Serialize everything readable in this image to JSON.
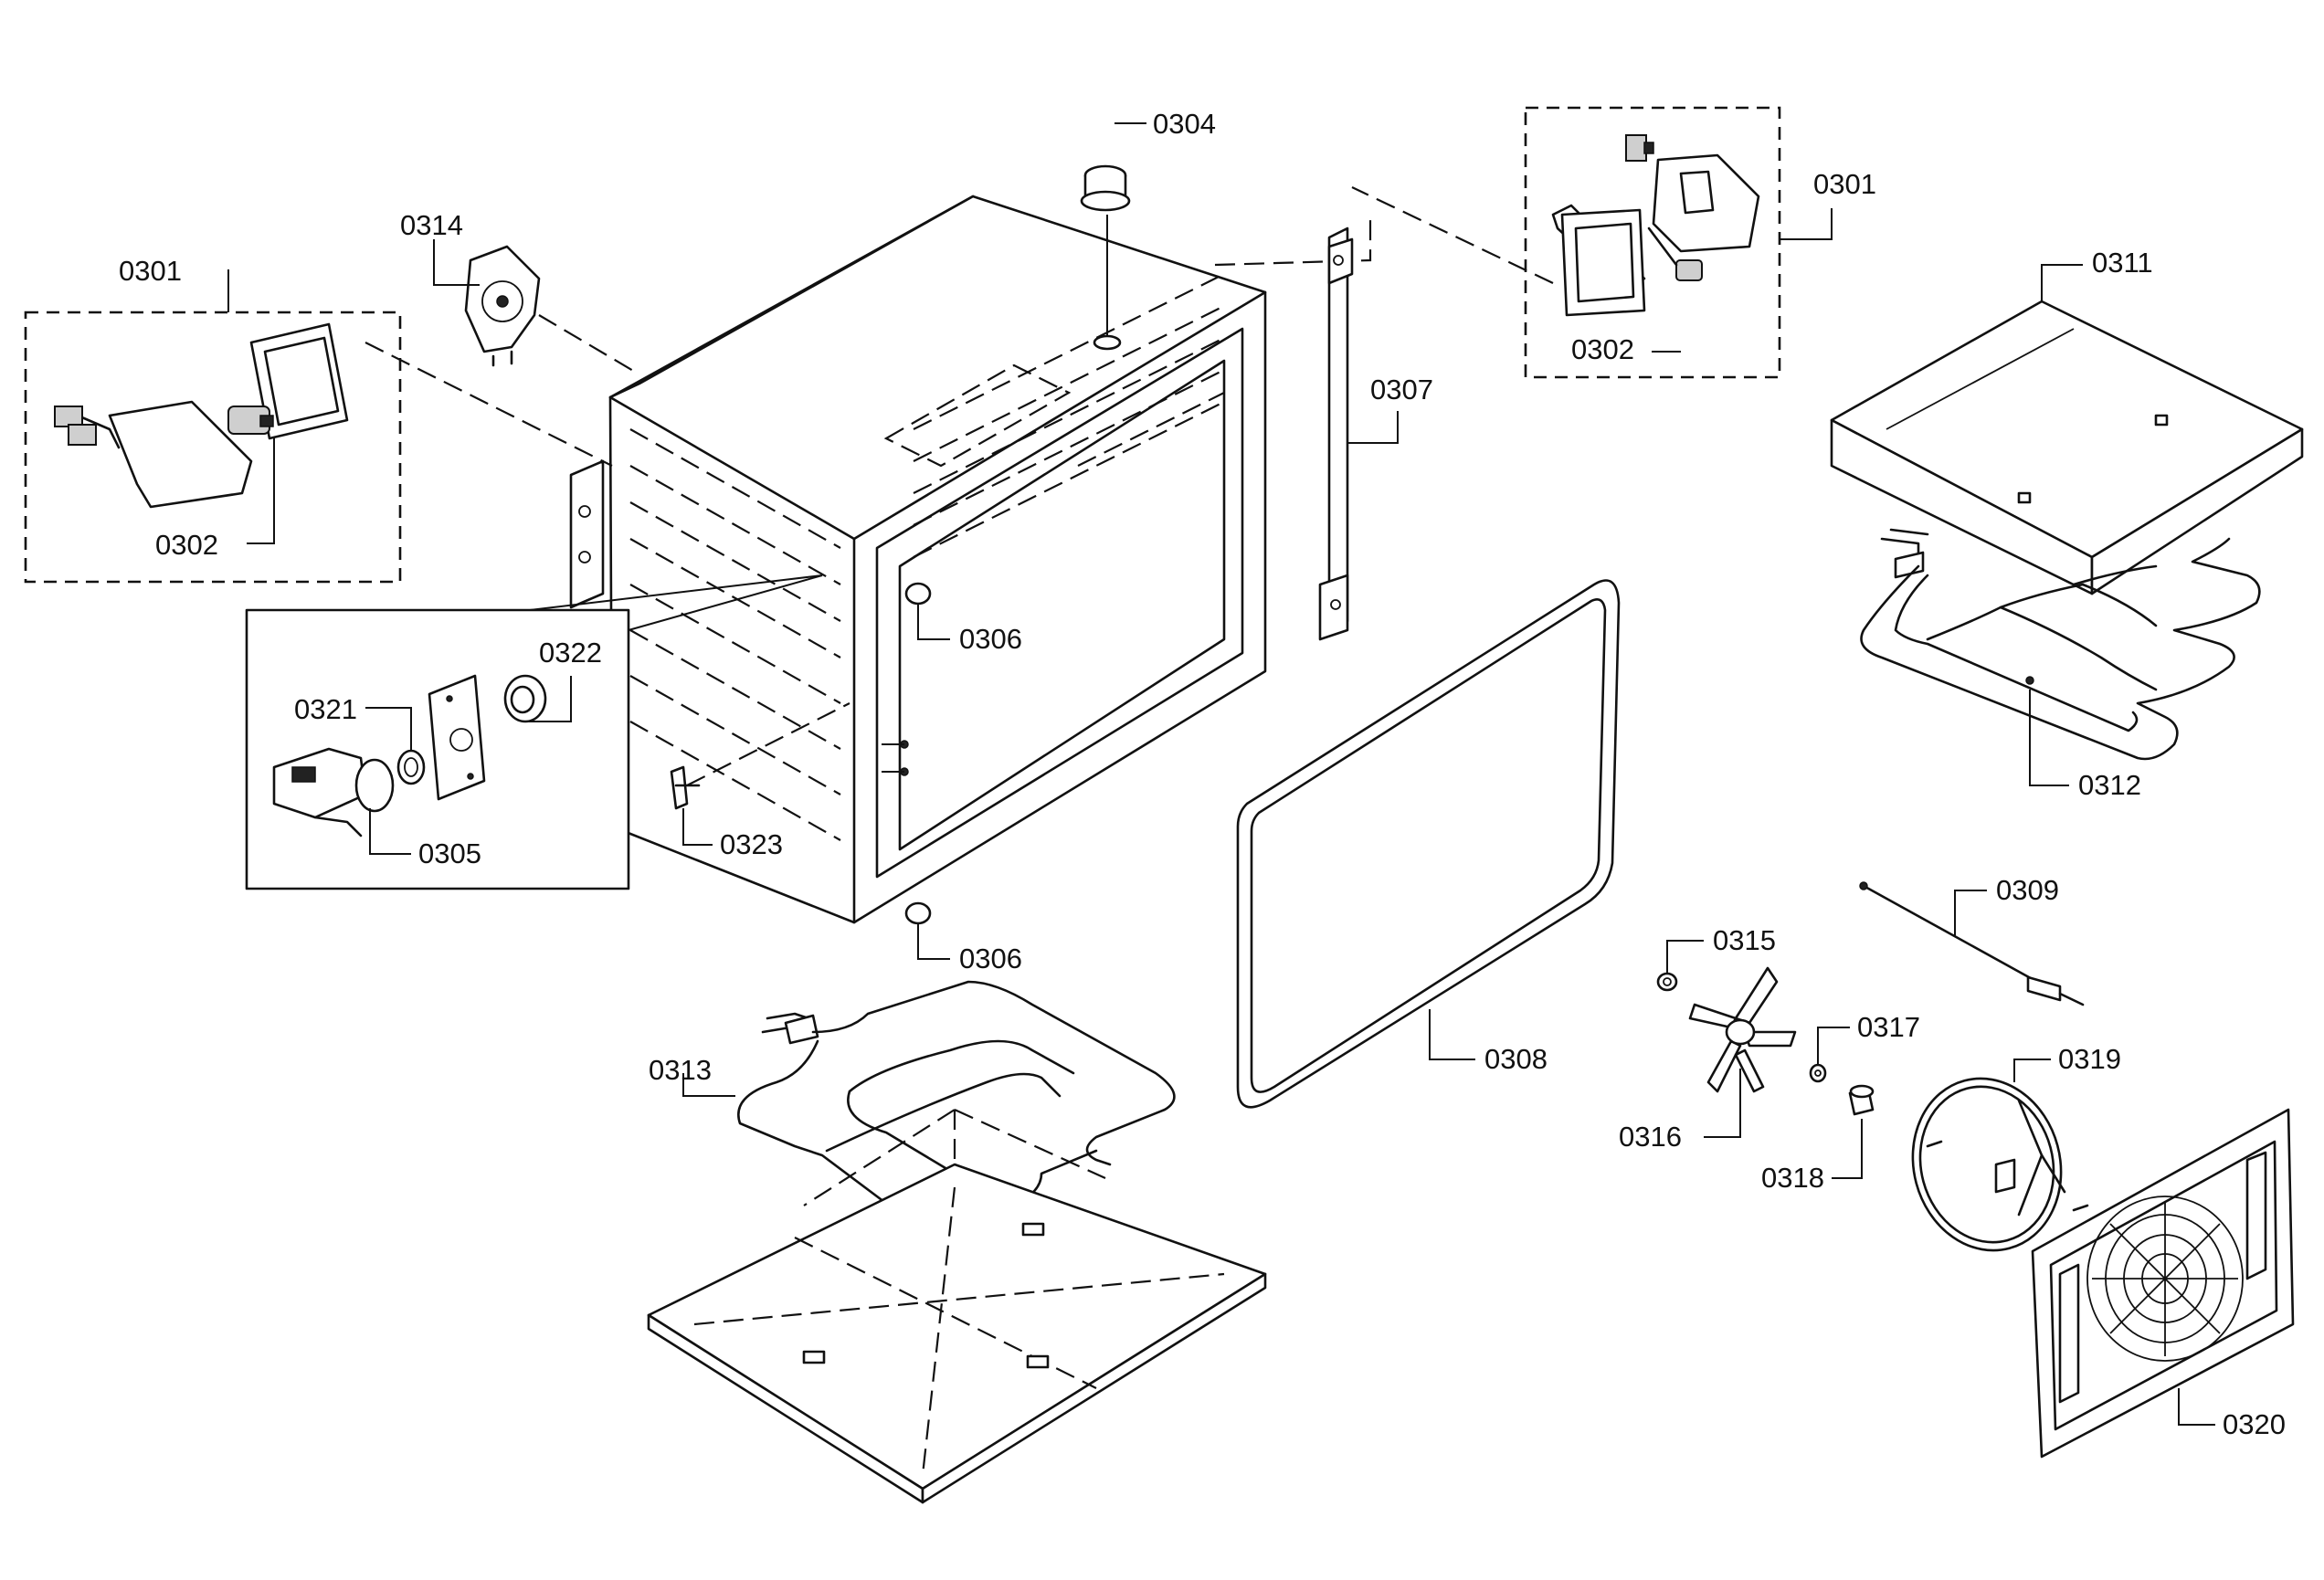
{
  "diagram": {
    "callouts": [
      {
        "id": "c0301_left",
        "label": "0301"
      },
      {
        "id": "c0302_left",
        "label": "0302"
      },
      {
        "id": "c0314",
        "label": "0314"
      },
      {
        "id": "c0304",
        "label": "0304"
      },
      {
        "id": "c0301_right",
        "label": "0301"
      },
      {
        "id": "c0302_right",
        "label": "0302"
      },
      {
        "id": "c0311",
        "label": "0311"
      },
      {
        "id": "c0307",
        "label": "0307"
      },
      {
        "id": "c0306_top",
        "label": "0306"
      },
      {
        "id": "c0322",
        "label": "0322"
      },
      {
        "id": "c0321",
        "label": "0321"
      },
      {
        "id": "c0305",
        "label": "0305"
      },
      {
        "id": "c0323",
        "label": "0323"
      },
      {
        "id": "c0306_bottom",
        "label": "0306"
      },
      {
        "id": "c0312",
        "label": "0312"
      },
      {
        "id": "c0309",
        "label": "0309"
      },
      {
        "id": "c0315",
        "label": "0315"
      },
      {
        "id": "c0317",
        "label": "0317"
      },
      {
        "id": "c0319",
        "label": "0319"
      },
      {
        "id": "c0316",
        "label": "0316"
      },
      {
        "id": "c0318",
        "label": "0318"
      },
      {
        "id": "c0313",
        "label": "0313"
      },
      {
        "id": "c0308",
        "label": "0308"
      },
      {
        "id": "c0320",
        "label": "0320"
      }
    ]
  }
}
